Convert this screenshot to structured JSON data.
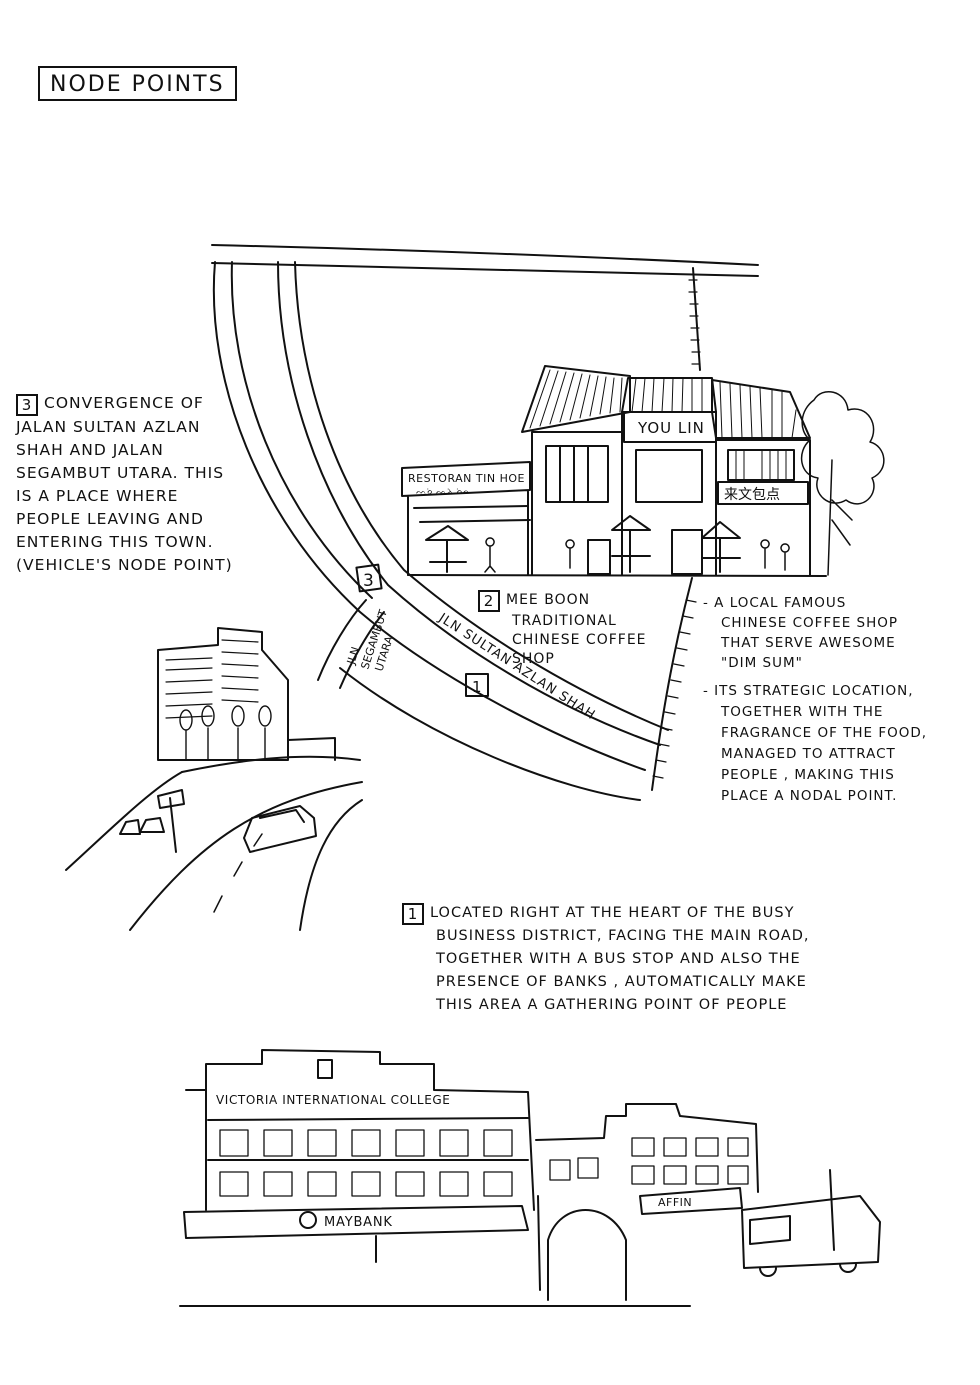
{
  "title": "NODE POINTS",
  "note3": {
    "number": "3",
    "lines": [
      "CONVERGENCE OF",
      "JALAN SULTAN AZLAN",
      "SHAH AND JALAN",
      "SEGAMBUT UTARA. THIS",
      "IS A PLACE WHERE",
      "PEOPLE LEAVING AND",
      "ENTERING THIS TOWN.",
      "(VEHICLE'S NODE POINT)"
    ]
  },
  "note2": {
    "number": "2",
    "lines": [
      "MEE BOON",
      "TRADITIONAL",
      "CHINESE COFFEE",
      "SHOP"
    ]
  },
  "note_right": {
    "item1": [
      "- A LOCAL FAMOUS",
      "CHINESE COFFEE SHOP",
      "THAT SERVE AWESOME",
      "\"DIM SUM\""
    ],
    "item2": [
      "- ITS STRATEGIC LOCATION,",
      "TOGETHER WITH THE",
      "FRAGRANCE OF THE FOOD,",
      "MANAGED TO ATTRACT",
      "PEOPLE , MAKING THIS",
      "PLACE A NODAL POINT."
    ]
  },
  "note1": {
    "number": "1",
    "lines": [
      "LOCATED RIGHT AT THE HEART OF THE BUSY",
      "BUSINESS DISTRICT, FACING THE MAIN ROAD,",
      "TOGETHER WITH A BUS STOP AND ALSO THE",
      "PRESENCE OF BANKS , AUTOMATICALLY MAKE",
      "THIS AREA A GATHERING POINT OF PEOPLE"
    ]
  },
  "map": {
    "marker_3": "3",
    "marker_1": "1",
    "road_segambut": [
      "JLN",
      "SEGAMBUT",
      "UTARA"
    ],
    "road_sultan": "JLN SULTAN AZLAN SHAH"
  },
  "shop": {
    "sign_main": "YOU LIN",
    "sign_left": "RESTORAN TIN HOE",
    "sign_left_script": "ᨓᨔᨗ ᨕᨂᨗ ᨔᨗᨊ",
    "sign_right": "来文包点"
  },
  "bank": {
    "college": "VICTORIA INTERNATIONAL COLLEGE",
    "maybank": "MAYBANK",
    "affin": "AFFIN"
  }
}
